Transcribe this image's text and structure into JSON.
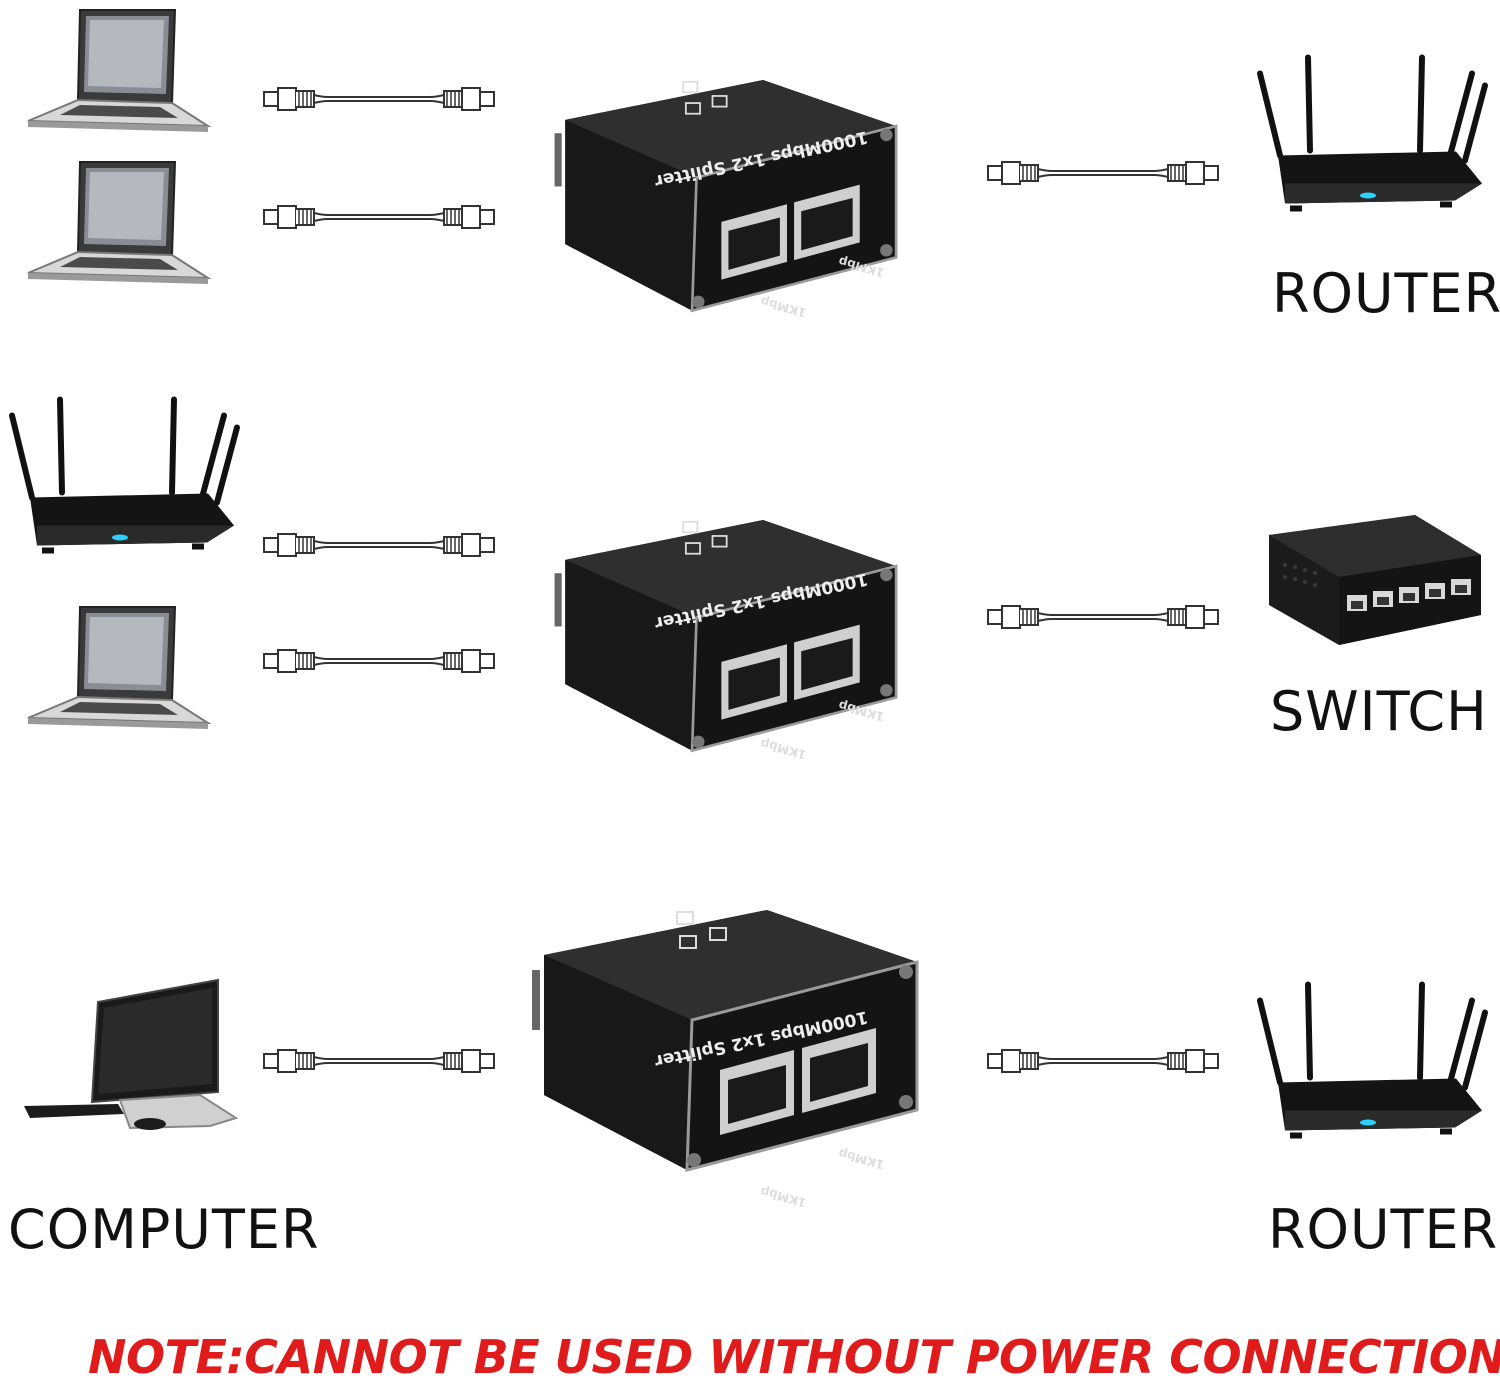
{
  "labels": {
    "row1_right": "ROUTER",
    "row2_right": "SWITCH",
    "row3_left": "COMPUTER",
    "row3_right": "ROUTER"
  },
  "splitter": {
    "model_text": "1000Mbps 1x2 Splitter",
    "port_label": "1KMbp"
  },
  "note": "NOTE:CANNOT BE USED WITHOUT POWER CONNECTION",
  "colors": {
    "note": "#e01b1b",
    "device_body": "#1e1e1e",
    "cable": "#333333"
  },
  "icons": [
    "laptop-icon",
    "router-icon",
    "switch-icon",
    "desktop-computer-icon",
    "ethernet-cable-icon",
    "ethernet-splitter"
  ]
}
